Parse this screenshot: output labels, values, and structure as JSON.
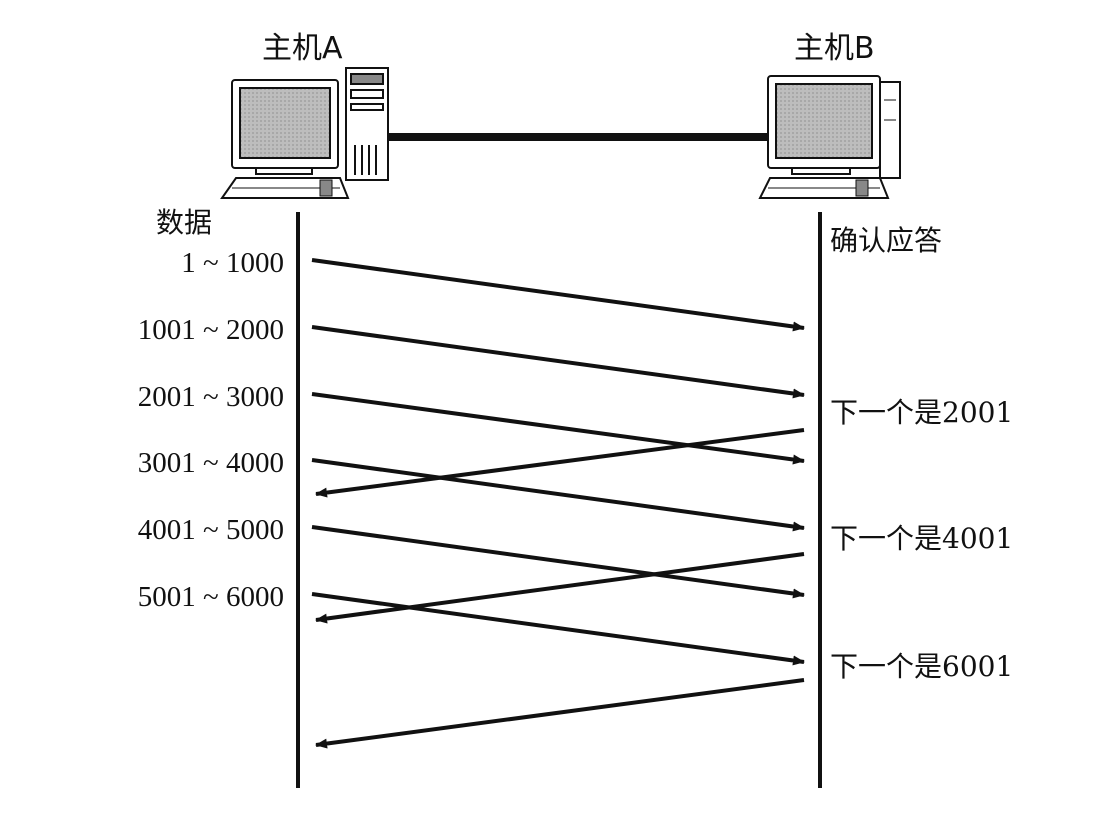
{
  "host_a": {
    "label": "主机A"
  },
  "host_b": {
    "label": "主机B"
  },
  "data_header": "数据",
  "ack_header": "确认应答",
  "segments": [
    {
      "label": "1 ~ 1000"
    },
    {
      "label": "1001 ~ 2000"
    },
    {
      "label": "2001 ~ 3000"
    },
    {
      "label": "3001 ~ 4000"
    },
    {
      "label": "4001 ~ 5000"
    },
    {
      "label": "5001 ~ 6000"
    }
  ],
  "acks": [
    {
      "label": "下一个是2001"
    },
    {
      "label": "下一个是4001"
    },
    {
      "label": "下一个是6001"
    }
  ],
  "colors": {
    "line": "#111111",
    "screen": "#b5b5b5",
    "case": "#ffffff"
  }
}
